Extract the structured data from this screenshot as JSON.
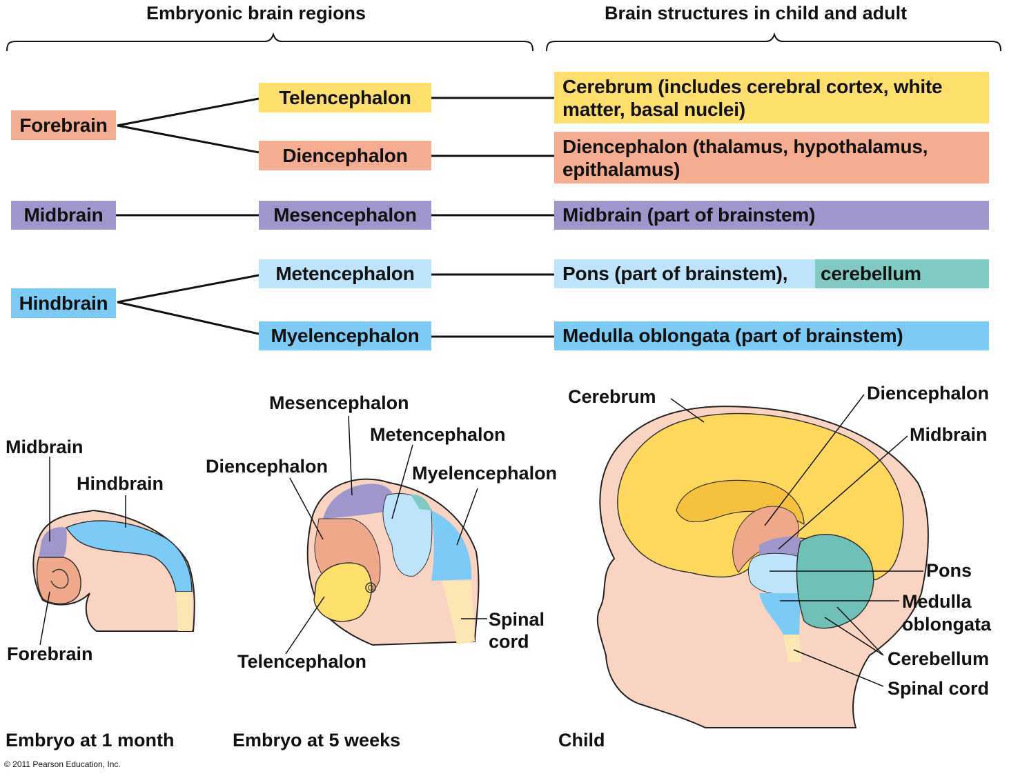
{
  "headers": {
    "left": "Embryonic brain regions",
    "right": "Brain structures in child and adult"
  },
  "colors": {
    "forebrain": "#f4ad91",
    "telencephalon": "#fde06b",
    "midbrain": "#9f97cc",
    "metencephalon": "#bde4fa",
    "hindbrain": "#7ccbf6",
    "cerebellum": "#7fcac2",
    "spinal_cord": "#fbe6b4",
    "skin": "#f9d4c2"
  },
  "primary_regions": [
    {
      "id": "forebrain",
      "label": "Forebrain"
    },
    {
      "id": "midbrain",
      "label": "Midbrain"
    },
    {
      "id": "hindbrain",
      "label": "Hindbrain"
    }
  ],
  "secondary_regions": [
    {
      "id": "telencephalon",
      "label": "Telencephalon",
      "parent": "forebrain"
    },
    {
      "id": "diencephalon",
      "label": "Diencephalon",
      "parent": "forebrain"
    },
    {
      "id": "mesencephalon",
      "label": "Mesencephalon",
      "parent": "midbrain"
    },
    {
      "id": "metencephalon",
      "label": "Metencephalon",
      "parent": "hindbrain"
    },
    {
      "id": "myelencephalon",
      "label": "Myelencephalon",
      "parent": "hindbrain"
    }
  ],
  "adult_structures": [
    {
      "id": "cerebrum",
      "line1": "Cerebrum (includes cerebral cortex, white",
      "line2": "matter, basal nuclei)"
    },
    {
      "id": "diencephalon",
      "line1": "Diencephalon (thalamus, hypothalamus,",
      "line2": "epithalamus)"
    },
    {
      "id": "midbrain",
      "text": "Midbrain (part of brainstem)"
    },
    {
      "id": "pons",
      "text": "Pons (part of brainstem),",
      "text2": "cerebellum"
    },
    {
      "id": "medulla",
      "text": "Medulla oblongata (part of brainstem)"
    }
  ],
  "illustrations": {
    "month1": {
      "caption": "Embryo at 1 month",
      "labels": {
        "midbrain": "Midbrain",
        "hindbrain": "Hindbrain",
        "forebrain": "Forebrain"
      }
    },
    "week5": {
      "caption": "Embryo at 5 weeks",
      "labels": {
        "mesencephalon": "Mesencephalon",
        "metencephalon": "Metencephalon",
        "diencephalon": "Diencephalon",
        "myelencephalon": "Myelencephalon",
        "telencephalon": "Telencephalon",
        "spinal1": "Spinal",
        "spinal2": "cord"
      }
    },
    "child": {
      "caption": "Child",
      "labels": {
        "cerebrum": "Cerebrum",
        "diencephalon": "Diencephalon",
        "midbrain": "Midbrain",
        "pons": "Pons",
        "medulla1": "Medulla",
        "medulla2": "oblongata",
        "cerebellum": "Cerebellum",
        "spinal": "Spinal cord"
      }
    }
  },
  "copyright": "© 2011 Pearson Education, Inc."
}
